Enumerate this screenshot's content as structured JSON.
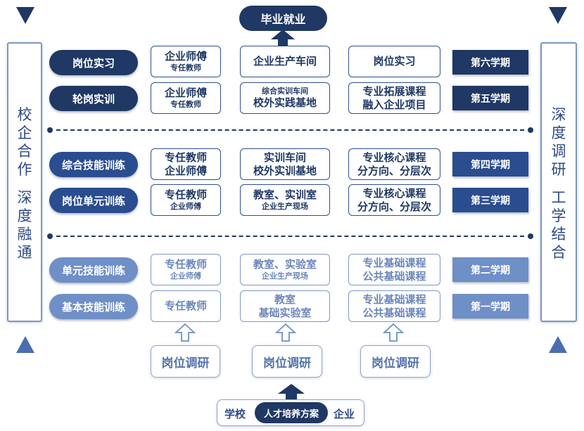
{
  "top": {
    "label": "毕业就业"
  },
  "left_panel": {
    "line1": [
      "校",
      "企",
      "合",
      "作"
    ],
    "line2": [
      "深",
      "度",
      "融",
      "通"
    ]
  },
  "right_panel": {
    "line1": [
      "深",
      "度",
      "调",
      "研"
    ],
    "line2": [
      "工",
      "学",
      "结",
      "合"
    ]
  },
  "rows": [
    {
      "pill": "岗位实习",
      "box1": [
        "企业师傅",
        "专任教师"
      ],
      "box2": [
        "企业生产车间"
      ],
      "box3": [
        "岗位实习"
      ],
      "semester": "第六学期"
    },
    {
      "pill": "轮岗实训",
      "box1": [
        "企业师傅",
        "专任教师"
      ],
      "box2": [
        "综合实训车间",
        "校外实践基地"
      ],
      "box3": [
        "专业拓展课程",
        "融入企业项目"
      ],
      "semester": "第五学期"
    },
    {
      "pill": "综合技能训练",
      "box1": [
        "专任教师",
        "企业师傅"
      ],
      "box2": [
        "实训车间",
        "校外实训基地"
      ],
      "box3": [
        "专业核心课程",
        "分方向、分层次"
      ],
      "semester": "第四学期"
    },
    {
      "pill": "岗位单元训练",
      "box1": [
        "专任教师",
        "企业师傅"
      ],
      "box2": [
        "教室、实训室",
        "企业生产现场"
      ],
      "box3": [
        "专业核心课程",
        "分方向、分层次"
      ],
      "semester": "第三学期"
    },
    {
      "pill": "单元技能训练",
      "box1": [
        "专任教师",
        "企业师傅"
      ],
      "box2": [
        "教室、实验室",
        "企业生产现场"
      ],
      "box3": [
        "专业基础课程",
        "公共基础课程"
      ],
      "semester": "第二学期"
    },
    {
      "pill": "基本技能训练",
      "box1": [
        "专任教师"
      ],
      "box2": [
        "教室",
        "基础实验室"
      ],
      "box3": [
        "专业基础课程",
        "公共基础课程"
      ],
      "semester": "第一学期"
    }
  ],
  "research": [
    "岗位调研",
    "岗位调研",
    "岗位调研"
  ],
  "bottom": {
    "left": "学校",
    "center": "人才培养方案",
    "right": "企业"
  },
  "colors": {
    "dark": "#1f3864",
    "mid": "#2a4d8f",
    "light": "#6f8fc7",
    "border": "#7e96c2"
  },
  "icons": {
    "arrow_up": "arrow-up-icon",
    "hollow_arrow_up": "hollow-arrow-up-icon",
    "triangle_down": "triangle-down-icon",
    "triangle_up": "triangle-up-icon"
  }
}
